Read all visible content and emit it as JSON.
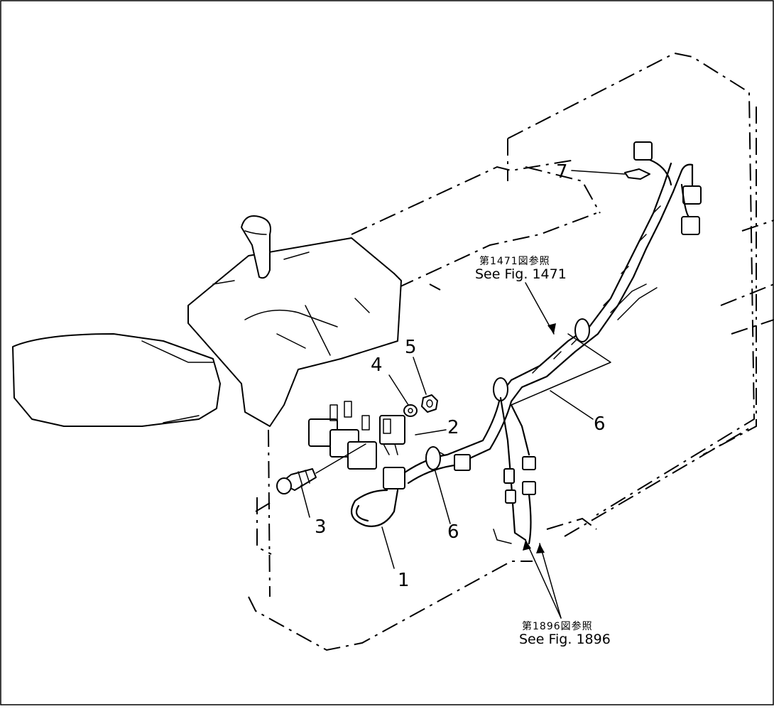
{
  "parts": [
    {
      "number": "1"
    },
    {
      "number": "2"
    },
    {
      "number": "3"
    },
    {
      "number": "4"
    },
    {
      "number": "5"
    },
    {
      "number": "6"
    },
    {
      "number": "6"
    },
    {
      "number": "7"
    }
  ],
  "references": [
    {
      "jp": "第1471図参照",
      "en": "See Fig. 1471"
    },
    {
      "jp": "第1896図参照",
      "en": "See Fig. 1896"
    }
  ]
}
